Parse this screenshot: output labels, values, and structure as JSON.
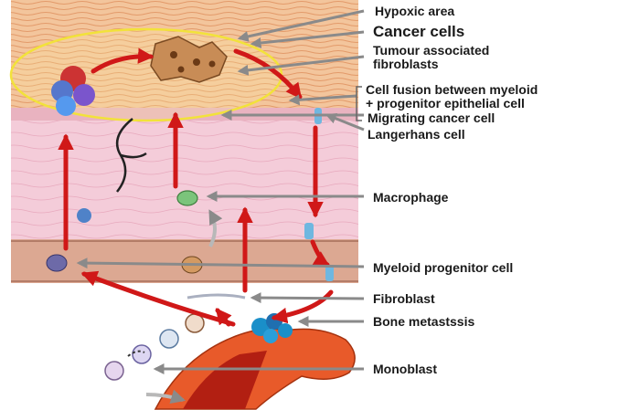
{
  "labels": {
    "hypoxic_area": "Hypoxic area",
    "cancer_cells": "Cancer cells",
    "tumour_fibroblasts": "Tumour associated\nfibroblasts",
    "cell_fusion": "Cell fusion between myeloid\n+ progenitor epithelial cell",
    "migrating_cancer_cell": "Migrating cancer cell",
    "langerhans_cell": "Langerhans cell",
    "macrophage": "Macrophage",
    "myeloid_progenitor": "Myeloid progenitor cell",
    "fibroblast": "Fibroblast",
    "bone_metastasis": "Bone metastssis",
    "monoblast": "Monoblast"
  },
  "colors": {
    "pointer_arrow": "#8a8a8a",
    "flow_arrow": "#d01818",
    "hypoxic_outline": "#f2e23a",
    "dermis": "#f3c9d8",
    "epidermis": "#f0b98d",
    "vessel": "#d9a58e",
    "bone": "#e85a2a"
  }
}
